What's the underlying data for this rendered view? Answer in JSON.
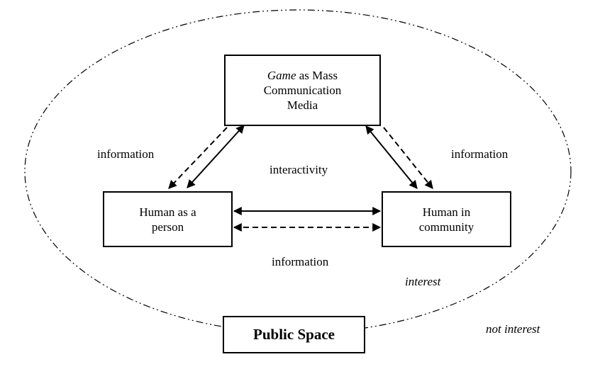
{
  "nodes": {
    "game_media": {
      "line1_italic": "Game",
      "line1_rest": " as Mass",
      "line2": "Communication",
      "line3": "Media"
    },
    "human_person": {
      "line1": "Human as a",
      "line2": "person"
    },
    "human_community": {
      "line1": "Human in",
      "line2": "community"
    },
    "public_space": {
      "label": "Public Space"
    }
  },
  "labels": {
    "left_information": "information",
    "right_information": "information",
    "interactivity": "interactivity",
    "bottom_information": "information",
    "interest": "interest",
    "not_interest": "not interest"
  },
  "legend": {
    "solid_arrow": "interactivity",
    "dashed_arrow": "information"
  }
}
